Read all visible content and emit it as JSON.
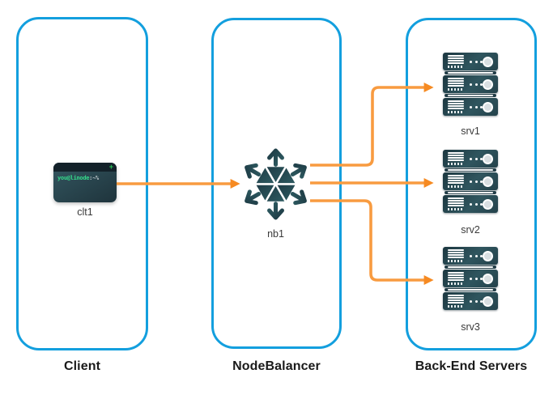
{
  "diagram": {
    "type": "architecture",
    "panels": [
      {
        "id": "client",
        "title": "Client"
      },
      {
        "id": "nodebalancer",
        "title": "NodeBalancer"
      },
      {
        "id": "backend",
        "title": "Back-End Servers"
      }
    ],
    "nodes": [
      {
        "id": "clt1",
        "panel": "client",
        "kind": "terminal",
        "label": "clt1",
        "terminal_user": "you@linode",
        "terminal_suffix": ":~%",
        "window_button": "+"
      },
      {
        "id": "nb1",
        "panel": "nodebalancer",
        "kind": "nodebalancer-icon",
        "label": "nb1"
      },
      {
        "id": "srv1",
        "panel": "backend",
        "kind": "server-stack",
        "label": "srv1"
      },
      {
        "id": "srv2",
        "panel": "backend",
        "kind": "server-stack",
        "label": "srv2"
      },
      {
        "id": "srv3",
        "panel": "backend",
        "kind": "server-stack",
        "label": "srv3"
      }
    ],
    "edges": [
      {
        "from": "clt1",
        "to": "nb1"
      },
      {
        "from": "nb1",
        "to": "srv1"
      },
      {
        "from": "nb1",
        "to": "srv2"
      },
      {
        "from": "nb1",
        "to": "srv3"
      }
    ],
    "colors": {
      "panel_border": "#139FDE",
      "arrow": "#F89B40",
      "arrow_head": "#F68A22",
      "icon_dark": "#1D3A44",
      "icon_teal": "#2F5D63",
      "terminal_green": "#35D98B",
      "label": "#3A3A3A",
      "title": "#1A1A1A"
    }
  }
}
